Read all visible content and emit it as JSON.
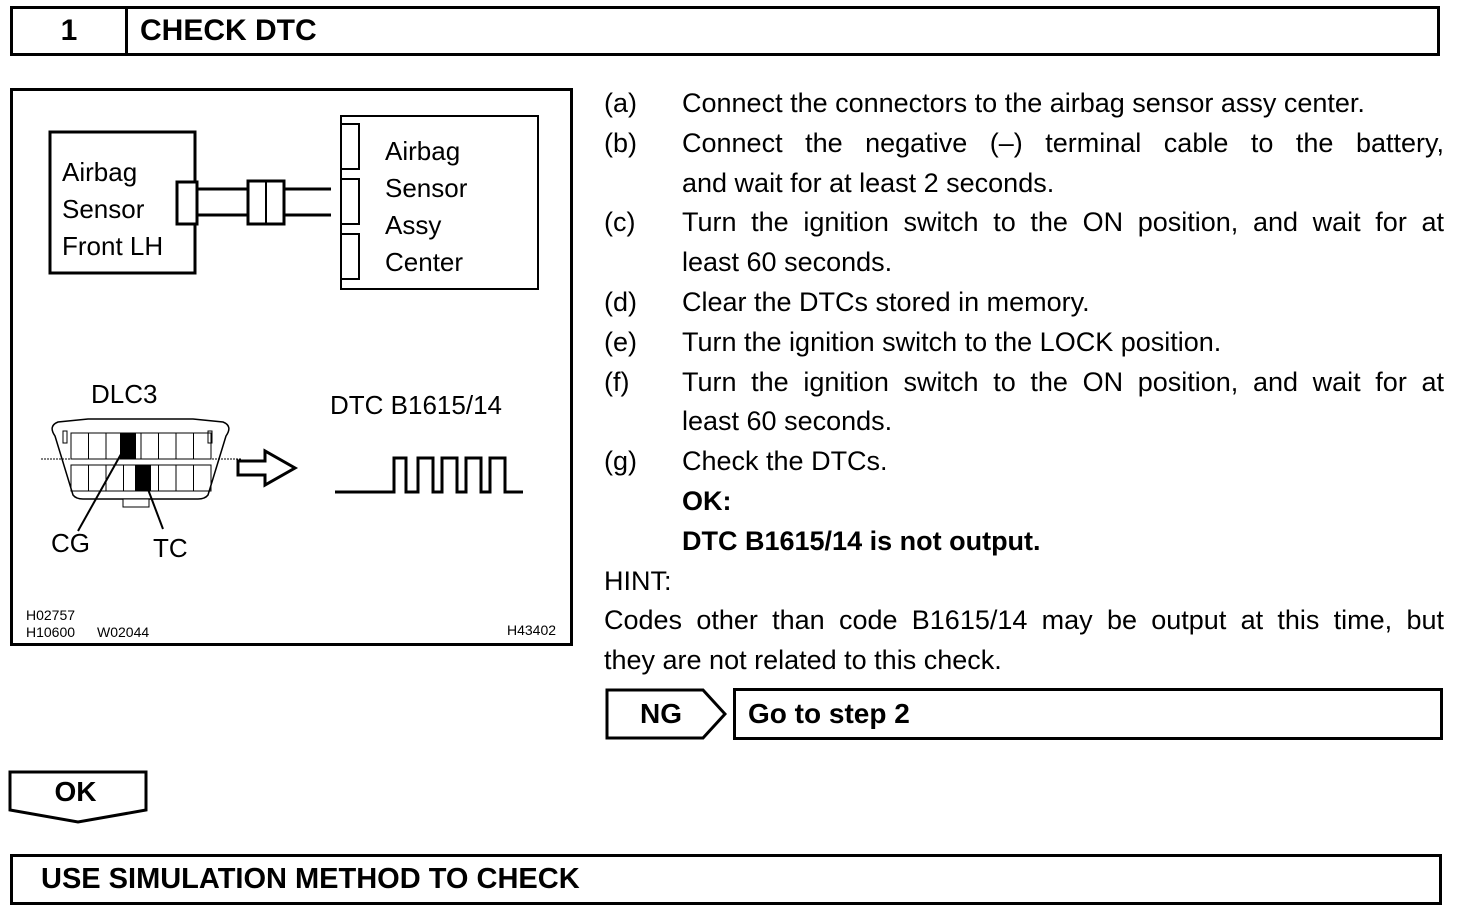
{
  "step": {
    "number": "1",
    "title": "CHECK DTC"
  },
  "figure": {
    "left_component": [
      "Airbag",
      "Sensor",
      "Front LH"
    ],
    "right_component": [
      "Airbag",
      "Sensor",
      "Assy",
      "Center"
    ],
    "connector_label": "DLC3",
    "terminal_cg": "CG",
    "terminal_tc": "TC",
    "signal_label": "DTC B1615/14",
    "ref_codes_left": [
      "H02757",
      "H10600",
      "W02044"
    ],
    "ref_code_right": "H43402"
  },
  "instructions": [
    {
      "letter": "(a)",
      "lines": [
        "Connect the connectors to the airbag sensor assy center."
      ]
    },
    {
      "letter": "(b)",
      "lines": [
        "Connect the negative (–) terminal cable to the battery,",
        "and wait for at least 2 seconds."
      ]
    },
    {
      "letter": "(c)",
      "lines": [
        "Turn the ignition switch to the ON position, and wait for at",
        "least 60 seconds."
      ]
    },
    {
      "letter": "(d)",
      "lines": [
        "Clear the DTCs stored in memory."
      ]
    },
    {
      "letter": "(e)",
      "lines": [
        "Turn the ignition switch to the LOCK position."
      ]
    },
    {
      "letter": "(f)",
      "lines": [
        "Turn the ignition switch to the ON position, and wait for at",
        "least 60 seconds."
      ]
    },
    {
      "letter": "(g)",
      "lines": [
        "Check the DTCs."
      ]
    }
  ],
  "result": {
    "ok_label": "OK:",
    "ok_condition": "DTC B1615/14 is not output."
  },
  "hint": {
    "label": "HINT:",
    "lines": [
      "Codes other than code B1615/14 may be output at this time, but",
      "they are not related to this check."
    ]
  },
  "ng_branch": {
    "tag": "NG",
    "action": "Go to step 2"
  },
  "ok_branch": {
    "tag": "OK"
  },
  "next_step": {
    "title": "USE SIMULATION METHOD TO CHECK"
  }
}
